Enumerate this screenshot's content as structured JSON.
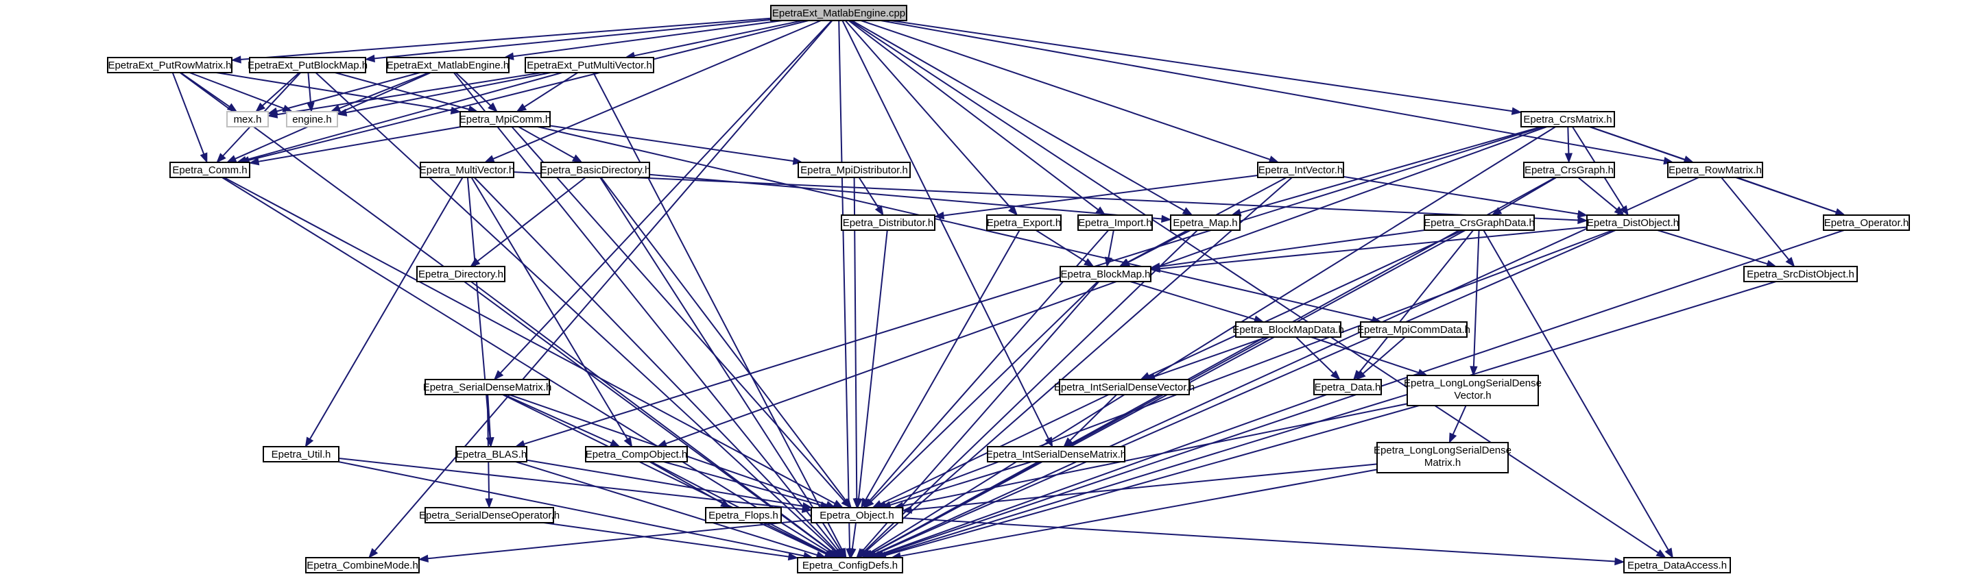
{
  "nodes": [
    {
      "id": "root",
      "label": "EpetraExt_MatlabEngine.cpp",
      "kind": "root"
    },
    {
      "id": "putrowmatrix",
      "label": "EpetraExt_PutRowMatrix.h"
    },
    {
      "id": "putblockmap",
      "label": "EpetraExt_PutBlockMap.h"
    },
    {
      "id": "matlabengine",
      "label": "EpetraExt_MatlabEngine.h"
    },
    {
      "id": "putmultivector",
      "label": "EpetraExt_PutMultiVector.h"
    },
    {
      "id": "mex",
      "label": "mex.h",
      "kind": "ext"
    },
    {
      "id": "engine",
      "label": "engine.h",
      "kind": "ext"
    },
    {
      "id": "mpicomm",
      "label": "Epetra_MpiComm.h"
    },
    {
      "id": "comm",
      "label": "Epetra_Comm.h"
    },
    {
      "id": "multivector",
      "label": "Epetra_MultiVector.h"
    },
    {
      "id": "basicdirectory",
      "label": "Epetra_BasicDirectory.h"
    },
    {
      "id": "mpidistributor",
      "label": "Epetra_MpiDistributor.h"
    },
    {
      "id": "crsmatrix",
      "label": "Epetra_CrsMatrix.h"
    },
    {
      "id": "intvector",
      "label": "Epetra_IntVector.h"
    },
    {
      "id": "crsgraph",
      "label": "Epetra_CrsGraph.h"
    },
    {
      "id": "rowmatrix",
      "label": "Epetra_RowMatrix.h"
    },
    {
      "id": "distributor",
      "label": "Epetra_Distributor.h"
    },
    {
      "id": "export",
      "label": "Epetra_Export.h"
    },
    {
      "id": "import",
      "label": "Epetra_Import.h"
    },
    {
      "id": "map",
      "label": "Epetra_Map.h"
    },
    {
      "id": "crsgraphdata",
      "label": "Epetra_CrsGraphData.h"
    },
    {
      "id": "distobject",
      "label": "Epetra_DistObject.h"
    },
    {
      "id": "operator",
      "label": "Epetra_Operator.h"
    },
    {
      "id": "directory",
      "label": "Epetra_Directory.h"
    },
    {
      "id": "blockmap",
      "label": "Epetra_BlockMap.h"
    },
    {
      "id": "srcdistobject",
      "label": "Epetra_SrcDistObject.h"
    },
    {
      "id": "blockmapdata",
      "label": "Epetra_BlockMapData.h"
    },
    {
      "id": "mpicommdata",
      "label": "Epetra_MpiCommData.h"
    },
    {
      "id": "serialdensematrix",
      "label": "Epetra_SerialDenseMatrix.h"
    },
    {
      "id": "intserialdensevector",
      "label": "Epetra_IntSerialDenseVector.h"
    },
    {
      "id": "data",
      "label": "Epetra_Data.h"
    },
    {
      "id": "llsdvector",
      "label": "Epetra_LongLongSerialDense Vector.h"
    },
    {
      "id": "util",
      "label": "Epetra_Util.h"
    },
    {
      "id": "blas",
      "label": "Epetra_BLAS.h"
    },
    {
      "id": "compobject",
      "label": "Epetra_CompObject.h"
    },
    {
      "id": "intserialdensematrix",
      "label": "Epetra_IntSerialDenseMatrix.h"
    },
    {
      "id": "llsdmatrix",
      "label": "Epetra_LongLongSerialDense Matrix.h"
    },
    {
      "id": "serialdenseoperator",
      "label": "Epetra_SerialDenseOperator.h"
    },
    {
      "id": "flops",
      "label": "Epetra_Flops.h"
    },
    {
      "id": "object",
      "label": "Epetra_Object.h"
    },
    {
      "id": "combinemode",
      "label": "Epetra_CombineMode.h"
    },
    {
      "id": "configdefs",
      "label": "Epetra_ConfigDefs.h"
    },
    {
      "id": "dataaccess",
      "label": "Epetra_DataAccess.h"
    }
  ],
  "edges": [
    [
      "root",
      "putrowmatrix"
    ],
    [
      "root",
      "putblockmap"
    ],
    [
      "root",
      "matlabengine"
    ],
    [
      "root",
      "putmultivector"
    ],
    [
      "root",
      "comm"
    ],
    [
      "root",
      "configdefs"
    ],
    [
      "root",
      "combinemode"
    ],
    [
      "root",
      "dataaccess"
    ],
    [
      "root",
      "crsmatrix"
    ],
    [
      "root",
      "rowmatrix"
    ],
    [
      "root",
      "intvector"
    ],
    [
      "root",
      "map"
    ],
    [
      "root",
      "import"
    ],
    [
      "root",
      "export"
    ],
    [
      "root",
      "multivector"
    ],
    [
      "root",
      "serialdensematrix"
    ],
    [
      "root",
      "intserialdensematrix"
    ],
    [
      "putrowmatrix",
      "mex"
    ],
    [
      "putrowmatrix",
      "engine"
    ],
    [
      "putrowmatrix",
      "comm"
    ],
    [
      "putrowmatrix",
      "configdefs"
    ],
    [
      "putrowmatrix",
      "mpicomm"
    ],
    [
      "putblockmap",
      "mex"
    ],
    [
      "putblockmap",
      "engine"
    ],
    [
      "putblockmap",
      "comm"
    ],
    [
      "putblockmap",
      "mpicomm"
    ],
    [
      "putblockmap",
      "configdefs"
    ],
    [
      "matlabengine",
      "mex"
    ],
    [
      "matlabengine",
      "engine"
    ],
    [
      "matlabengine",
      "comm"
    ],
    [
      "matlabengine",
      "mpicomm"
    ],
    [
      "matlabengine",
      "configdefs"
    ],
    [
      "putmultivector",
      "mex"
    ],
    [
      "putmultivector",
      "engine"
    ],
    [
      "putmultivector",
      "comm"
    ],
    [
      "putmultivector",
      "mpicomm"
    ],
    [
      "putmultivector",
      "configdefs"
    ],
    [
      "mpicomm",
      "comm"
    ],
    [
      "mpicomm",
      "basicdirectory"
    ],
    [
      "mpicomm",
      "mpidistributor"
    ],
    [
      "mpicomm",
      "mpicommdata"
    ],
    [
      "mpicomm",
      "object"
    ],
    [
      "comm",
      "object"
    ],
    [
      "comm",
      "configdefs"
    ],
    [
      "multivector",
      "distobject"
    ],
    [
      "multivector",
      "blas"
    ],
    [
      "multivector",
      "compobject"
    ],
    [
      "multivector",
      "util"
    ],
    [
      "multivector",
      "configdefs"
    ],
    [
      "basicdirectory",
      "directory"
    ],
    [
      "basicdirectory",
      "map"
    ],
    [
      "basicdirectory",
      "object"
    ],
    [
      "basicdirectory",
      "configdefs"
    ],
    [
      "mpidistributor",
      "distributor"
    ],
    [
      "mpidistributor",
      "object"
    ],
    [
      "crsmatrix",
      "crsgraph"
    ],
    [
      "crsmatrix",
      "rowmatrix"
    ],
    [
      "crsmatrix",
      "operator"
    ],
    [
      "crsmatrix",
      "distobject"
    ],
    [
      "crsmatrix",
      "map"
    ],
    [
      "crsmatrix",
      "blas"
    ],
    [
      "crsmatrix",
      "compobject"
    ],
    [
      "crsmatrix",
      "configdefs"
    ],
    [
      "intvector",
      "distobject"
    ],
    [
      "intvector",
      "blockmap"
    ],
    [
      "intvector",
      "distributor"
    ],
    [
      "intvector",
      "configdefs"
    ],
    [
      "crsgraph",
      "distobject"
    ],
    [
      "crsgraph",
      "crsgraphdata"
    ],
    [
      "crsgraph",
      "configdefs"
    ],
    [
      "rowmatrix",
      "operator"
    ],
    [
      "rowmatrix",
      "srcdistobject"
    ],
    [
      "rowmatrix",
      "configdefs"
    ],
    [
      "distributor",
      "object"
    ],
    [
      "export",
      "blockmap"
    ],
    [
      "export",
      "object"
    ],
    [
      "import",
      "blockmap"
    ],
    [
      "import",
      "object"
    ],
    [
      "map",
      "blockmap"
    ],
    [
      "map",
      "configdefs"
    ],
    [
      "crsgraphdata",
      "data"
    ],
    [
      "crsgraphdata",
      "intserialdensevector"
    ],
    [
      "crsgraphdata",
      "llsdvector"
    ],
    [
      "crsgraphdata",
      "blockmap"
    ],
    [
      "crsgraphdata",
      "dataaccess"
    ],
    [
      "crsgraphdata",
      "configdefs"
    ],
    [
      "distobject",
      "blockmap"
    ],
    [
      "distobject",
      "srcdistobject"
    ],
    [
      "distobject",
      "object"
    ],
    [
      "distobject",
      "configdefs"
    ],
    [
      "operator",
      "configdefs"
    ],
    [
      "directory",
      "configdefs"
    ],
    [
      "blockmap",
      "blockmapdata"
    ],
    [
      "blockmap",
      "object"
    ],
    [
      "blockmap",
      "configdefs"
    ],
    [
      "srcdistobject",
      "configdefs"
    ],
    [
      "blockmapdata",
      "data"
    ],
    [
      "blockmapdata",
      "intserialdensevector"
    ],
    [
      "blockmapdata",
      "llsdvector"
    ],
    [
      "blockmapdata",
      "configdefs"
    ],
    [
      "mpicommdata",
      "data"
    ],
    [
      "serialdensematrix",
      "blas"
    ],
    [
      "serialdensematrix",
      "compobject"
    ],
    [
      "serialdensematrix",
      "serialdenseoperator"
    ],
    [
      "serialdensematrix",
      "object"
    ],
    [
      "serialdensematrix",
      "configdefs"
    ],
    [
      "intserialdensevector",
      "intserialdensematrix"
    ],
    [
      "intserialdensevector",
      "object"
    ],
    [
      "data",
      "configdefs"
    ],
    [
      "llsdvector",
      "llsdmatrix"
    ],
    [
      "llsdvector",
      "object"
    ],
    [
      "llsdvector",
      "configdefs"
    ],
    [
      "util",
      "object"
    ],
    [
      "util",
      "configdefs"
    ],
    [
      "blas",
      "object"
    ],
    [
      "blas",
      "configdefs"
    ],
    [
      "compobject",
      "flops"
    ],
    [
      "compobject",
      "object"
    ],
    [
      "compobject",
      "configdefs"
    ],
    [
      "intserialdensematrix",
      "object"
    ],
    [
      "llsdmatrix",
      "object"
    ],
    [
      "llsdmatrix",
      "configdefs"
    ],
    [
      "serialdenseoperator",
      "configdefs"
    ],
    [
      "flops",
      "configdefs"
    ],
    [
      "object",
      "combinemode"
    ],
    [
      "object",
      "configdefs"
    ],
    [
      "object",
      "dataaccess"
    ]
  ]
}
